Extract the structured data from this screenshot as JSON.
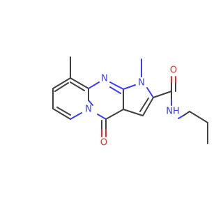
{
  "colors": {
    "carbon_bond": "#404040",
    "nitrogen": "#3b3bff",
    "oxygen": "#ff2020",
    "background": "#ffffff"
  },
  "atoms": {
    "n_ring_top": "N",
    "n_pyrrole": "N",
    "n_bridge": "N",
    "o_carbonyl_ring": "O",
    "o_amide": "O",
    "nh_amide": "NH"
  }
}
